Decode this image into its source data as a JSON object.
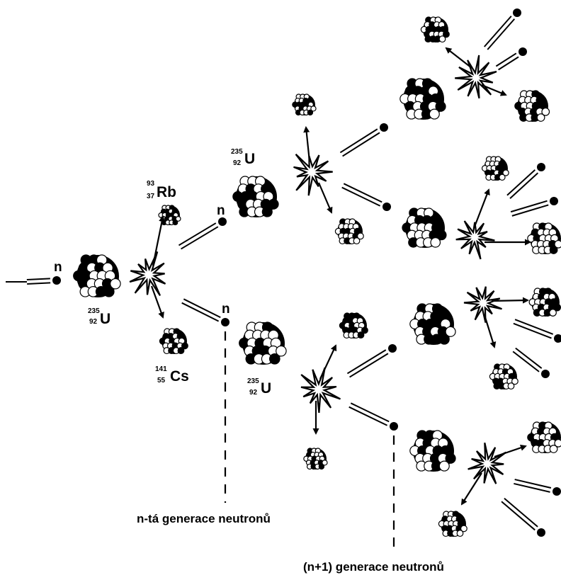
{
  "labels": {
    "neutron": "n",
    "u235_mass": "235",
    "u235_atomic": "92",
    "u235_symbol": "U",
    "rb_mass": "93",
    "rb_atomic": "37",
    "rb_symbol": "Rb",
    "cs_mass": "141",
    "cs_atomic": "55",
    "cs_symbol": "Cs"
  },
  "captions": {
    "nth_generation": "n-tá generace neutronů",
    "n1_generation": "(n+1) generace neutronů"
  },
  "colors": {
    "ink": "#000000",
    "paper": "#ffffff"
  }
}
